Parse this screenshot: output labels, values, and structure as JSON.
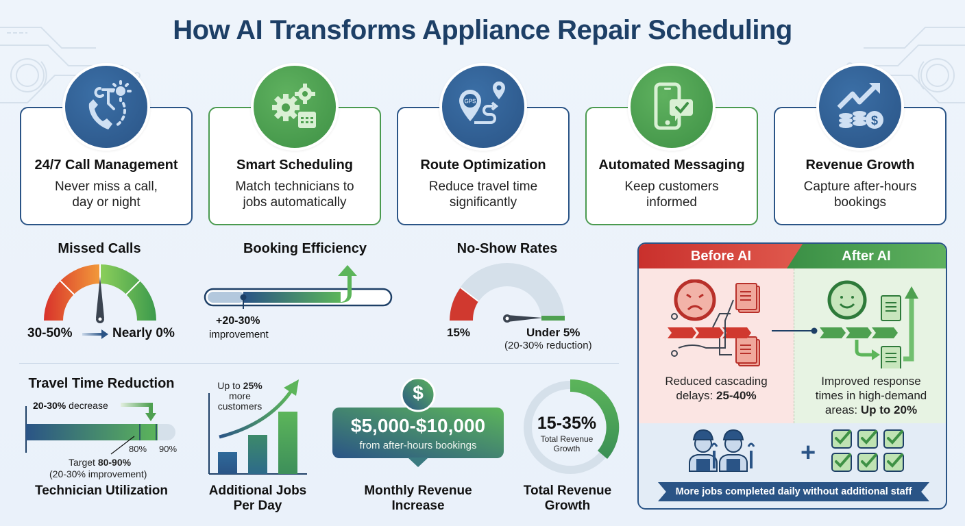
{
  "title": "How AI Transforms Appliance Repair Scheduling",
  "colors": {
    "navy": "#1d3f66",
    "blue": "#2a5486",
    "green": "#4a9a4f",
    "red": "#d0392f",
    "light_gray": "#d5e0ea"
  },
  "features": [
    {
      "title": "24/7 Call Management",
      "line1": "Never miss a call,",
      "line2": "day or night",
      "icon": "phone-clock-icon",
      "theme": "blue"
    },
    {
      "title": "Smart Scheduling",
      "line1": "Match technicians to",
      "line2": "jobs automatically",
      "icon": "gears-calendar-icon",
      "theme": "green"
    },
    {
      "title": "Route Optimization",
      "line1": "Reduce travel time",
      "line2": "significantly",
      "icon": "gps-route-icon",
      "theme": "blue",
      "icon_text": "GPS"
    },
    {
      "title": "Automated Messaging",
      "line1": "Keep customers",
      "line2": "informed",
      "icon": "phone-message-icon",
      "theme": "green"
    },
    {
      "title": "Revenue Growth",
      "line1": "Capture after-hours",
      "line2": "bookings",
      "icon": "revenue-chart-icon",
      "theme": "blue"
    }
  ],
  "metrics": {
    "missed_calls": {
      "title": "Missed Calls",
      "before": "30-50%",
      "after": "Nearly 0%"
    },
    "booking_efficiency": {
      "title": "Booking Efficiency",
      "value": "+20-30%",
      "caption": "improvement"
    },
    "no_show": {
      "title": "No-Show Rates",
      "before": "15%",
      "after": "Under 5%",
      "caption": "(20-30% reduction)"
    },
    "travel_time": {
      "title": "Travel Time Reduction",
      "decrease_bold": "20-30%",
      "decrease_rest": " decrease",
      "tick_80": "80%",
      "tick_90": "90%",
      "target_prefix": "Target ",
      "target_bold": "80-90%",
      "target_caption": "(20-30% improvement)",
      "footer": "Technician Utilization"
    },
    "additional_jobs": {
      "annot_prefix": "Up to ",
      "annot_bold": "25%",
      "annot_line2": "more",
      "annot_line3": "customers",
      "title_line1": "Additional Jobs",
      "title_line2": "Per Day"
    },
    "monthly_revenue": {
      "currency_symbol": "$",
      "amount": "$5,000-$10,000",
      "caption": "from after-hours bookings",
      "title_line1": "Monthly Revenue",
      "title_line2": "Increase"
    },
    "total_revenue": {
      "value": "15-35%",
      "inner_line1": "Total Revenue",
      "inner_line2": "Growth",
      "title_line1": "Total Revenue",
      "title_line2": "Growth"
    }
  },
  "before_after": {
    "before_label": "Before AI",
    "after_label": "After AI",
    "before_text_line1": "Reduced cascading",
    "before_text_prefix": "delays: ",
    "before_text_bold": "25-40%",
    "after_text_line1": "Improved response",
    "after_text_line2": "times in high-demand",
    "after_text_prefix": "areas: ",
    "after_text_bold": "Up to 20%",
    "plus": "+",
    "banner": "More jobs completed daily without additional staff"
  }
}
